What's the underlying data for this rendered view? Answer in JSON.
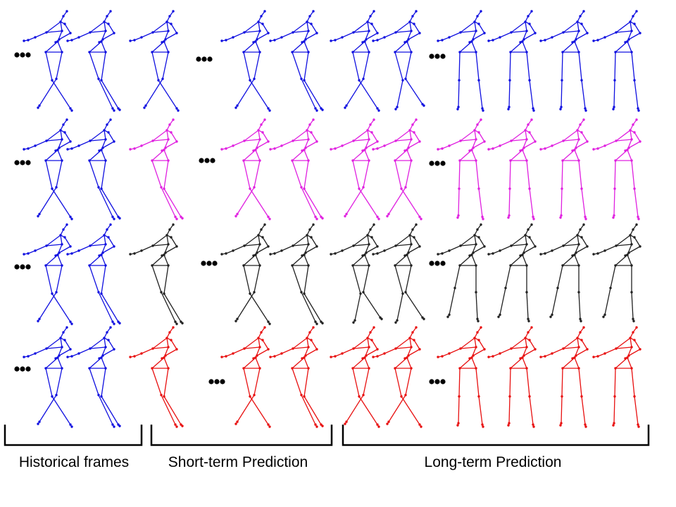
{
  "rows": [
    {
      "name": "row-1",
      "color": "#1010e0",
      "history_color": "#1010e0"
    },
    {
      "name": "row-2",
      "color": "#e020e0",
      "history_color": "#1010e0"
    },
    {
      "name": "row-3",
      "color": "#202020",
      "history_color": "#1010e0"
    },
    {
      "name": "row-4",
      "color": "#e81010",
      "history_color": "#1010e0"
    }
  ],
  "groups": {
    "historical": {
      "label": "Historical frames"
    },
    "short_term": {
      "label": "Short-term Prediction"
    },
    "long_term": {
      "label": "Long-term Prediction"
    }
  },
  "ellipsis_color": "#000000",
  "bracket_color": "#000000"
}
